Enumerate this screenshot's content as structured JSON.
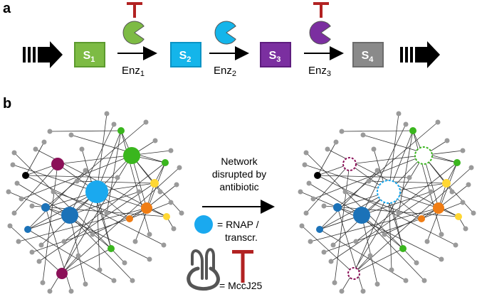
{
  "panel_a": {
    "label": "a",
    "substrates": [
      {
        "main": "S",
        "sub": "1",
        "color": "#7dbb44",
        "stroke": "#5c9a2e"
      },
      {
        "main": "S",
        "sub": "2",
        "color": "#14b5ea",
        "stroke": "#0a93c4"
      },
      {
        "main": "S",
        "sub": "3",
        "color": "#7b2fa0",
        "stroke": "#5e1d7e"
      },
      {
        "main": "S",
        "sub": "4",
        "color": "#8a8a8a",
        "stroke": "#6c6c6c"
      }
    ],
    "enzymes": [
      {
        "main": "Enz",
        "sub": "1",
        "color": "#7dbb44",
        "inhibited": true
      },
      {
        "main": "Enz",
        "sub": "2",
        "color": "#14b5ea",
        "inhibited": false
      },
      {
        "main": "Enz",
        "sub": "3",
        "color": "#7b2fa0",
        "inhibited": true
      }
    ],
    "inhibitor_color": "#b22222"
  },
  "panel_b": {
    "label": "b",
    "center_text": [
      "Network",
      "disrupted by",
      "antibiotic"
    ],
    "legend_rnap_lines": [
      "= RNAP /",
      "transcr."
    ],
    "legend_mccj25": "= MccJ25",
    "rnap_color": "#1aa9ef",
    "inhibitor_color": "#b22222",
    "hub_colors": [
      "#1aa9ef",
      "#1b72b8",
      "#1b72b8",
      "#3ab61e",
      "#8b1058",
      "#8b1058",
      "#f07d14",
      "#f07d14",
      "#ffd733",
      "#ffd733",
      "#000000",
      "#3ab61e",
      "#3ab61e",
      "#3ab61e",
      "#1b72b8",
      "#1b72b8"
    ],
    "leaf_color": "#9a9a9a",
    "edge_color": "#333333"
  }
}
